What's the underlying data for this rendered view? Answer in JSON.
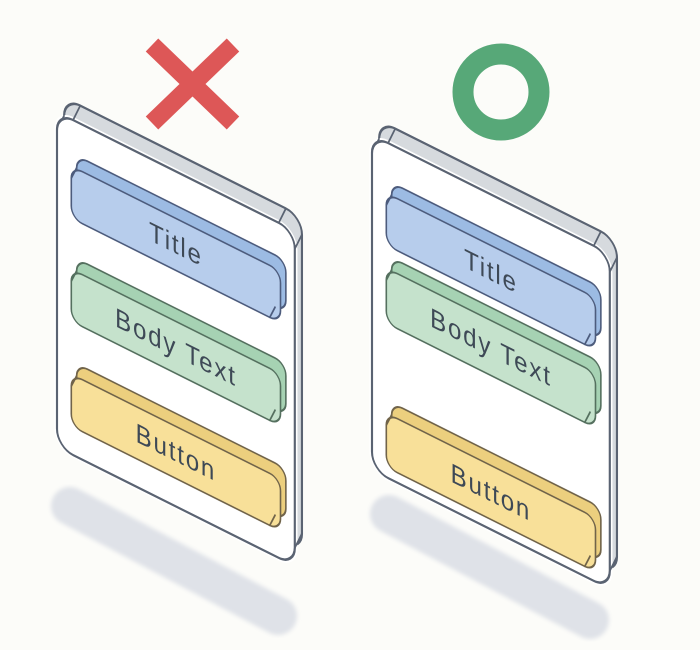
{
  "panels": {
    "incorrect": {
      "verdict_icon": "cross",
      "blocks": [
        "Title",
        "Body Text",
        "Button"
      ]
    },
    "correct": {
      "verdict_icon": "ring",
      "blocks": [
        "Title",
        "Body Text",
        "Button"
      ]
    }
  },
  "colors": {
    "background": "#fcfcf9",
    "cross_red": "#dd5757",
    "ring_green": "#57a878",
    "card_face": "#ffffff",
    "card_rim": "#d6dade",
    "card_outline": "#5a6372",
    "card_sliver": "#ffffff",
    "shadow": "#dfe2e8",
    "title_face": "#b7cdec",
    "title_side": "#9cbbe3",
    "title_outline": "#4d5c7d",
    "body_face": "#c5e2cc",
    "body_side": "#a6d2b3",
    "body_outline": "#55705f",
    "button_face": "#f8e099",
    "button_side": "#eccf7e",
    "button_outline": "#71644a",
    "label_text": "#3e4956"
  }
}
